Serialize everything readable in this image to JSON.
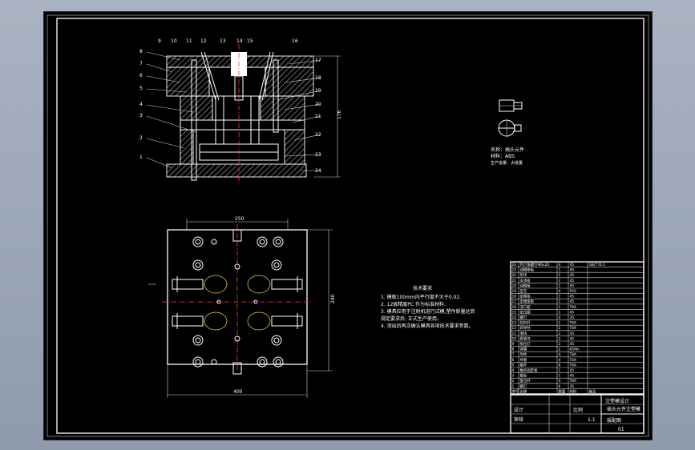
{
  "callouts_left": [
    "8",
    "7",
    "6",
    "5",
    "4",
    "3",
    "2",
    "1"
  ],
  "callouts_top": [
    "9",
    "10",
    "11",
    "12",
    "13",
    "14",
    "15",
    "16"
  ],
  "callouts_right": [
    "17",
    "18",
    "19",
    "20",
    "21",
    "22",
    "23",
    "24"
  ],
  "dims": {
    "side_height": "176",
    "plan_top_width": "250",
    "plan_height": "240",
    "plan_bottom_width": "400"
  },
  "part_note": {
    "line1": "名称：插头元件",
    "line2": "材料：ABS",
    "line3": "生产批量：大批量"
  },
  "tech": {
    "title": "技术要求",
    "lines": [
      "1. 模板100mm内平行度不大于0.02.",
      "2. 12级精度PC 作为标准材料.",
      "3. 模具应用于注射机进行试模,塑件质量达到",
      "   规定要求后, 正式生产使用。",
      "4. 顶出后再次确认模具各项技术要求参数。"
    ]
  },
  "bom_rows": [
    [
      "24",
      "内六角螺钉M6x20",
      "4",
      "45",
      "GB/T70.1"
    ],
    [
      "23",
      "动模座板",
      "1",
      "45",
      ""
    ],
    [
      "22",
      "垫块",
      "2",
      "45",
      ""
    ],
    [
      "21",
      "支承板",
      "1",
      "45",
      ""
    ],
    [
      "20",
      "动模板",
      "1",
      "45",
      ""
    ],
    [
      "19",
      "型芯",
      "4",
      "P20",
      ""
    ],
    [
      "18",
      "定模板",
      "1",
      "45",
      ""
    ],
    [
      "17",
      "定模座板",
      "1",
      "45",
      ""
    ],
    [
      "16",
      "浇口套",
      "1",
      "T8A",
      ""
    ],
    [
      "15",
      "定位圈",
      "1",
      "45",
      ""
    ],
    [
      "14",
      "螺钉",
      "4",
      "35",
      ""
    ],
    [
      "13",
      "拉料杆",
      "1",
      "T8A",
      ""
    ],
    [
      "12",
      "斜导柱",
      "2",
      "T8A",
      ""
    ],
    [
      "11",
      "滑块",
      "2",
      "45",
      ""
    ],
    [
      "10",
      "楔紧块",
      "2",
      "45",
      ""
    ],
    [
      "9",
      "限位钉",
      "2",
      "45",
      ""
    ],
    [
      "8",
      "弹簧",
      "2",
      "65Mn",
      ""
    ],
    [
      "7",
      "导柱",
      "4",
      "T8A",
      ""
    ],
    [
      "6",
      "导套",
      "4",
      "T8A",
      ""
    ],
    [
      "5",
      "推杆",
      "8",
      "T8A",
      ""
    ],
    [
      "4",
      "推杆固定板",
      "1",
      "45",
      ""
    ],
    [
      "3",
      "推板",
      "1",
      "45",
      ""
    ],
    [
      "2",
      "复位杆",
      "4",
      "T8A",
      ""
    ],
    [
      "1",
      "螺钉",
      "6",
      "35",
      ""
    ]
  ],
  "bom_header": [
    "序号",
    "名称",
    "数量",
    "材料",
    "备注"
  ],
  "title_block": {
    "project": "注塑模设计",
    "drawing_name": "插头元件注塑模",
    "drawing_type": "装配图",
    "sheet": "01",
    "scale_label": "比例",
    "scale": "1:1",
    "designer": "设计",
    "checker": "审核"
  }
}
